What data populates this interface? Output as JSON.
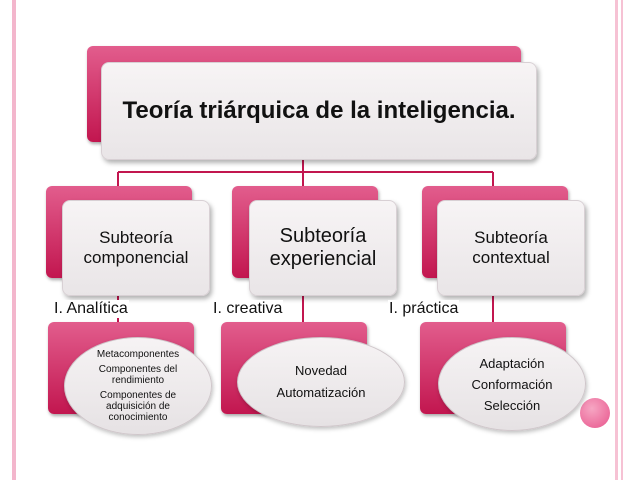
{
  "title": "Teoría triárquica de la inteligencia.",
  "branches": [
    {
      "name": "Subteoría componencial",
      "name_lines": [
        "Subteoría",
        "componencial"
      ],
      "level": "I. Analítica",
      "items": [
        "Metacomponentes",
        "Componentes del rendimiento",
        "Componentes de adquisición de conocimiento"
      ]
    },
    {
      "name": "Subteoría experiencial",
      "name_lines": [
        "Subteoría",
        "experiencial"
      ],
      "level": "I. creativa",
      "items": [
        "Novedad",
        "Automatización"
      ]
    },
    {
      "name": "Subteoría contextual",
      "name_lines": [
        "Subteoría",
        "contextual"
      ],
      "level": "I. práctica",
      "items": [
        "Adaptación",
        "Conformación",
        "Selección"
      ]
    }
  ]
}
